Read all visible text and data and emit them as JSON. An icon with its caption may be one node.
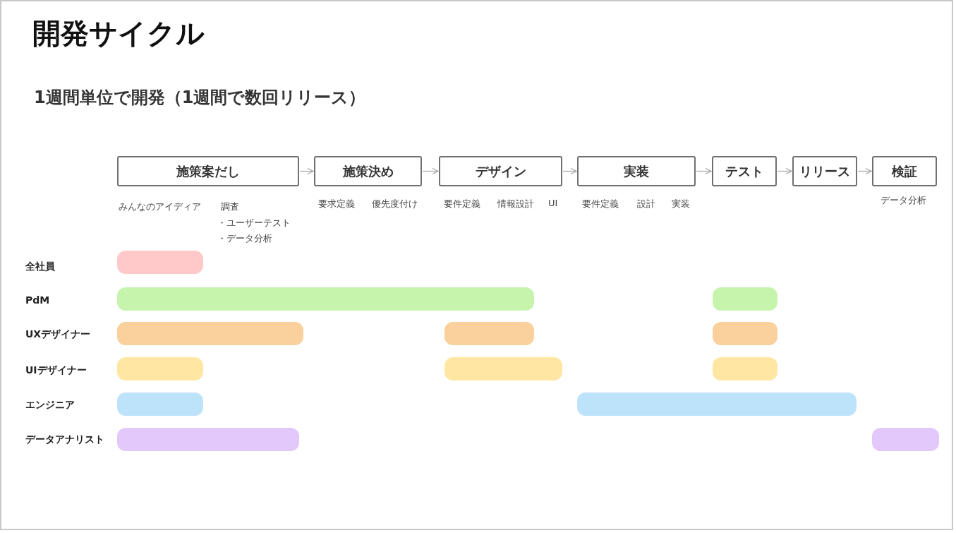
{
  "diagram": {
    "title": "開発サイクル",
    "nodes": [
      {
        "text": [
          "施策案だし"
        ],
        "beside": [
          "みんなのアイディア",
          "調査",
          "・ユーザーテスト",
          "・データ分析"
        ]
      },
      {
        "text": [
          "施策決め"
        ],
        "beside": [
          "要求定義",
          "優先度付け"
        ]
      },
      {
        "text": [
          "デザイン"
        ],
        "beside": [
          "要件定義",
          "情報設計",
          "UI"
        ]
      },
      {
        "text": [
          "実装"
        ],
        "beside": [
          "要件定義",
          "設計",
          "実装"
        ]
      },
      {
        "text": [
          "テスト"
        ]
      },
      {
        "text": [
          "リリース"
        ]
      },
      {
        "text": [
          "検証"
        ],
        "beside": [
          "データ分析"
        ]
      },
      {
        "text": [],
        "shape": "bar"
      },
      {
        "text": [],
        "shape": "bar"
      },
      {
        "text": [],
        "shape": "bar"
      },
      {
        "text": [],
        "shape": "bar"
      },
      {
        "text": [],
        "shape": "bar"
      },
      {
        "text": [],
        "shape": "bar"
      },
      {
        "text": [],
        "shape": "bar"
      },
      {
        "text": [],
        "shape": "bar"
      },
      {
        "text": [],
        "shape": "bar"
      },
      {
        "text": [],
        "shape": "bar"
      },
      {
        "text": [],
        "shape": "bar"
      },
      {
        "text": [],
        "shape": "bar"
      },
      {
        "text": [],
        "shape": "bar"
      }
    ],
    "edges": [
      {
        "from": 0,
        "to": 1,
        "arrow": "to"
      },
      {
        "from": 1,
        "to": 2,
        "arrow": "to"
      },
      {
        "from": 2,
        "to": 3,
        "arrow": "to"
      },
      {
        "from": 3,
        "to": 4,
        "arrow": "to"
      },
      {
        "from": 4,
        "to": 5,
        "arrow": "to"
      },
      {
        "from": 5,
        "to": 6,
        "arrow": "to"
      }
    ],
    "labels": [
      "1週間単位で開発（1週間で数回リリース）",
      "全社員",
      "PdM",
      "UXデザイナー",
      "UIデザイナー",
      "エンジニア",
      "データアナリスト"
    ]
  }
}
